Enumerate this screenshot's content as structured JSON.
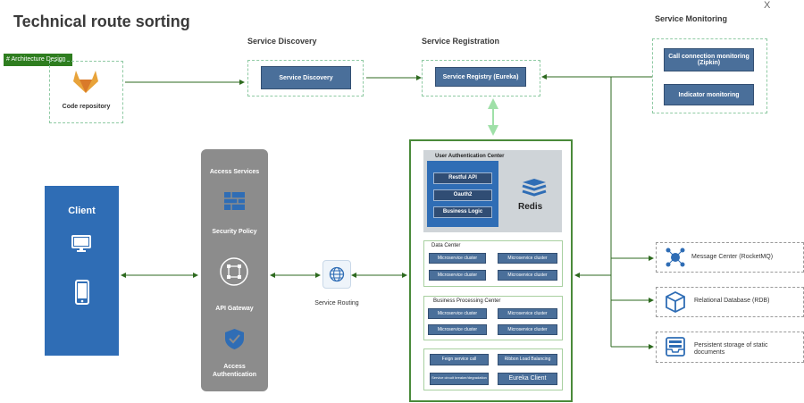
{
  "title": "Technical route sorting",
  "close_label": "X",
  "tag": "# Architecture Design",
  "code_repository": {
    "label": "Code repository",
    "icon": "gitlab-icon"
  },
  "service_discovery": {
    "heading": "Service Discovery",
    "box": "Service Discovery"
  },
  "service_registration": {
    "heading": "Service Registration",
    "box": "Service Registry (Eureka)"
  },
  "service_monitoring": {
    "heading": "Service Monitoring",
    "items": [
      "Call connection monitoring (Zipkin)",
      "Indicator monitoring"
    ]
  },
  "client": {
    "label": "Client",
    "icons": [
      "monitor-icon",
      "phone-icon"
    ]
  },
  "gateway": {
    "access_services": "Access Services",
    "security_policy": "Security Policy",
    "api_gateway": "API Gateway",
    "access_authentication": "Access Authentication"
  },
  "service_routing": {
    "label": "Service Routing"
  },
  "user_auth_center": {
    "title": "User Authentication Center",
    "items": [
      "Restful API",
      "Oauth2",
      "Business Logic"
    ],
    "redis": "Redis"
  },
  "data_center": {
    "title": "Data Center",
    "clusters": [
      "Microservice cluster",
      "Microservice cluster",
      "Microservice cluster",
      "Microservice cluster"
    ]
  },
  "business_processing_center": {
    "title": "Business Processing Center",
    "clusters": [
      "Microservice cluster",
      "Microservice cluster",
      "Microservice cluster",
      "Microservice cluster"
    ]
  },
  "components": [
    "Feign service call",
    "Ribbon Load Balancing",
    "Service circuit breaker/degradation",
    "Eureka Client"
  ],
  "right_services": [
    {
      "label": "Message Center (RocketMQ)",
      "icon": "network-icon"
    },
    {
      "label": "Relational Database (RDB)",
      "icon": "database-cube-icon"
    },
    {
      "label": "Persistent storage of static documents",
      "icon": "storage-tray-icon"
    }
  ],
  "colors": {
    "green": "#2e7d1f",
    "blue": "#2f6db5",
    "box_blue": "#4a6f9a",
    "gray": "#8c8c8c"
  }
}
